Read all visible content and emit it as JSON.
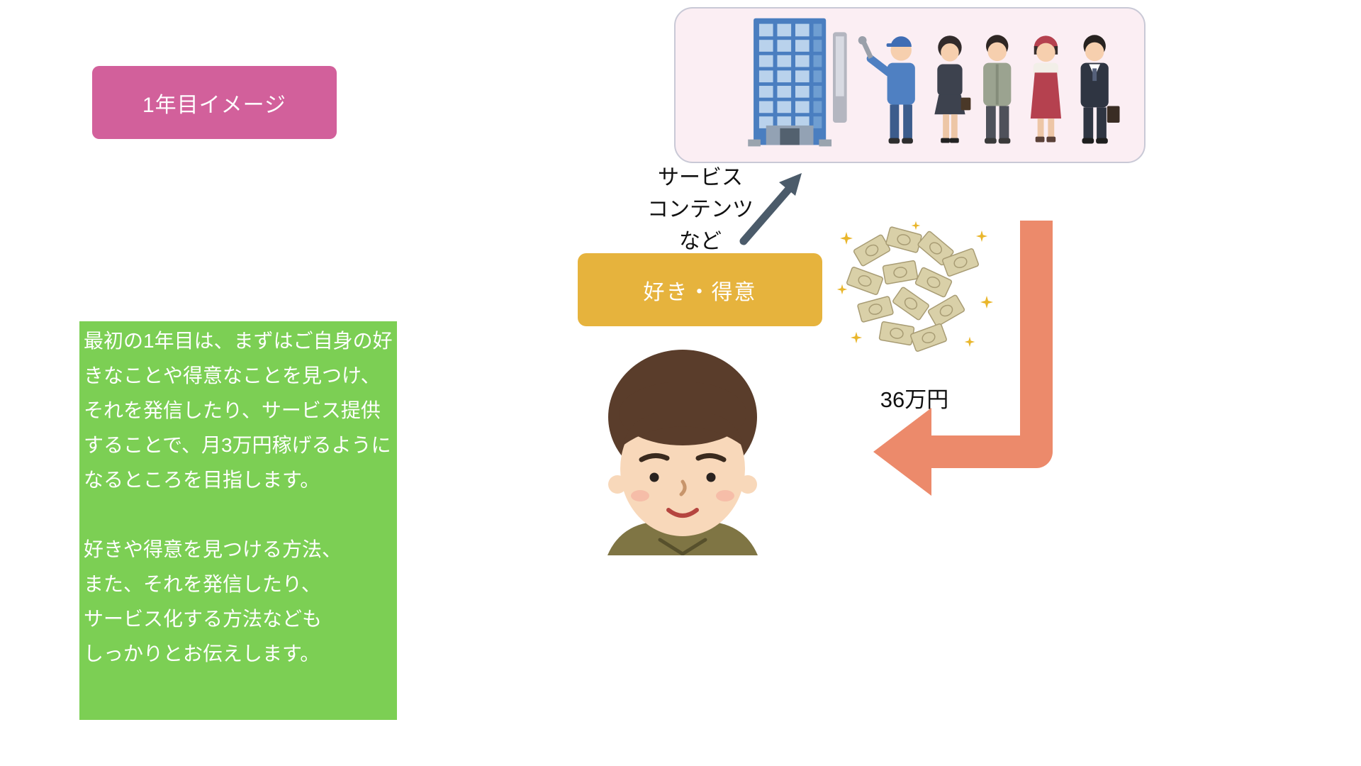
{
  "year_badge": {
    "label": "1年目イメージ",
    "bg_color": "#d2609b"
  },
  "company_panel": {
    "bg_color": "#fbeef3"
  },
  "service_note": {
    "lines": [
      "サービス",
      "コンテンツ",
      "など"
    ]
  },
  "strength_badge": {
    "label": "好き・得意",
    "bg_color": "#e6b33d"
  },
  "income": {
    "amount": "36万円"
  },
  "arrows": {
    "supply_color": "#4b5b6a",
    "return_color": "#ec8a6b"
  },
  "description_panel": {
    "bg_color": "#7ccf54",
    "paragraph1": "最初の1年目は、まずはご自身の好きなことや得意なことを見つけ、それを発信したり、サービス提供することで、月3万円稼げるようになるところを目指します。",
    "paragraph2": "好きや得意を見つける方法、\nまた、それを発信したり、\nサービス化する方法なども\nしっかりとお伝えします。"
  }
}
